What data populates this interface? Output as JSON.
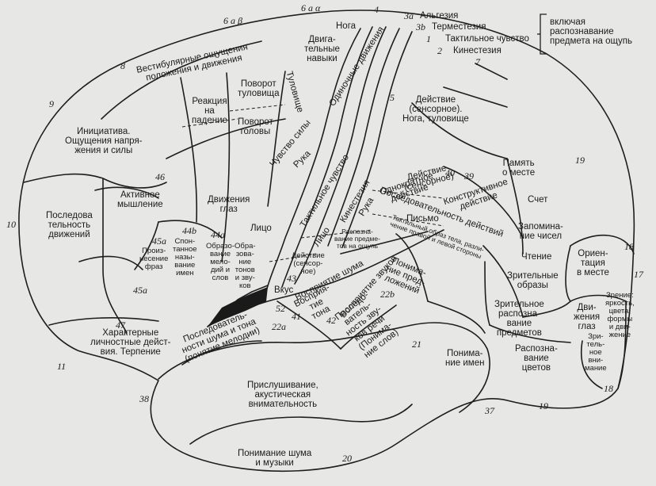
{
  "legend": {
    "items": [
      "Альгезия",
      "Терместезия",
      "Тактильное чувство",
      "Кинестезия"
    ],
    "codes": [
      "3a",
      "3b",
      "1",
      "2"
    ],
    "brace_text": "включая\nраспознавание\nпредмета на ощупь"
  },
  "regions": {
    "noga_top": "Нога",
    "dvigatelnye_navyki": "Двига-\nтельные\nнавыки",
    "odinochnye_dvizheniya": "Одиночные движения",
    "tulovishche": "Туловище",
    "vestibular": "Вестибулярные ощущения\nположения и движения",
    "povorot_tulovishcha": "Поворот\nтуловища",
    "reakciya": "Реакция\nна\nпадение",
    "povorot_golovy": "Поворот\nголовы",
    "iniciativa": "Инициатива.\nОщущения напря-\nжения и силы",
    "chuvstvo_sily": "Чувство силы",
    "ruka_motor": "Рука",
    "deystvie_sensornoe": "Действие\n(сенсорное).\nНога, туловище",
    "taktilnoe_chuvstvo": "Тактильное чувство",
    "kinesteziya": "Кинестезия",
    "ruka_sens": "Рука",
    "deystvie_sensornoe2": "Действие\n(сенсорное)",
    "odnokratnoe": "Однократное\nдействие",
    "konstruktivnoe": "Конструктивное\nдействие",
    "posledovatelnost_deystviy": "Последовательность действий",
    "pismo": "Письмо",
    "aktivnoe_myshlenie": "Активное\nмышление",
    "dvizheniya_glaz": "Движения\nглаз",
    "posledovatelnost_dvizheniy": "Последова\nтельность\nдвижений",
    "lico_motor": "Лицо",
    "lico_sens": "Лицо",
    "proiznesenie": "Произ-\nнесение\nфраз",
    "spontannoe": "Спон-\nтанное\nназы-\nвание\nимен",
    "obrazovanie_melodiy": "Образо-\nвание\nмело-\nдий и\nслов",
    "obrazovanie_tonov": "Обра-\nзова-\nние\nтонов\nи зву-\nков",
    "raspoznavanie_predmetov_oshchup": "Распозна-\nвание предме-\nтов на ощупь",
    "taktilnyy_obraz": "Тактильный образ тела, разли-\nчение правой и левой стороны",
    "deystvie_sensornoe3": "Действие\n(сенсор-\nное)",
    "vkus": "Вкус",
    "vospriyatie_shuma": "Восприятие шума",
    "vospriyatie_tona": "Восприя-\nтие\nтона",
    "vospriyatie_zvukov": "Восприятие звуков",
    "ponimanie_predlozheniy": "Понима-\nние пред-\nложений",
    "posledovatelnost_zvukov": "Последо-\nватель-\nность зву-\nков речи\n(Понима-\nние слов)",
    "posledovatelnosti_shuma": "Последователь-\nности шума и тона\n(понятие мелодии)",
    "harakternye": "Характерные\nличностные дейст-\nвия. Терпение",
    "prislushivanie": "Прислушивание,\nакустическая\nвнимательность",
    "ponimanie_shuma": "Понимание шума\nи музыки",
    "ponimanie_imen": "Понима-\nние имен",
    "pamyat_o_meste": "Память\nо месте",
    "schet": "Счет",
    "zapominanie_chisel": "Запомина-\nние чисел",
    "chtenie": "Чтение",
    "zritelnye_obrazy": "Зрительные\nобразы",
    "zritelnoe_raspoznavanie": "Зрительное\nраспозна-\nвание\nпредметов",
    "raspoznavanie_cvetov": "Распозна-\nвание\nцветов",
    "orientaciya": "Ориен-\nтация\nв месте",
    "dvizheniya_glaz2": "Дви-\nжения\nглаз",
    "zritelnoe_vnimanie": "Зри-\nтель-\nное\nвни-\nмание",
    "zrenie": "Зрение:\nяркость,\nцвета,\nформы\nи дви-\nжение"
  },
  "areas": {
    "a6ab": "6 a β",
    "a6aa": "6 a α",
    "a4": "4",
    "a3a": "3a",
    "a3b": "3b",
    "a1": "1",
    "a2": "2",
    "a7": "7",
    "a8": "8",
    "a9": "9",
    "a5": "5",
    "a40": "40",
    "a39": "39",
    "a19a": "19",
    "a19b": "19",
    "a18a": "18",
    "a18b": "18",
    "a17": "17",
    "a10": "10",
    "a46": "46",
    "a44b": "44b",
    "a44a": "44a",
    "a45a": "45a",
    "a45a2": "45a",
    "a47": "47",
    "a11": "11",
    "a38": "38",
    "a43": "43",
    "a52": "52",
    "a41": "41",
    "a42": "42",
    "a22a": "22a",
    "a22b": "22b",
    "a21": "21",
    "a37": "37",
    "a20": "20"
  }
}
